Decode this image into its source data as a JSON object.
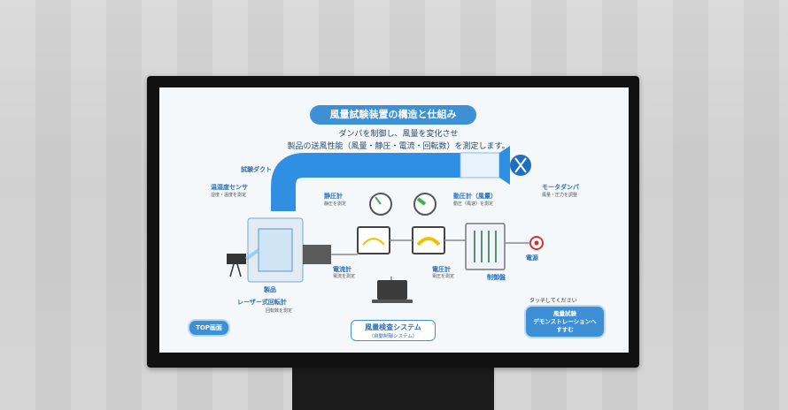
{
  "screen": {
    "title": "風量試験装置の構造と仕組み",
    "description_line1": "ダンパを制御し、風量を変化させ",
    "description_line2": "製品の送風性能（風量・静圧・電流・回転数）を測定します。",
    "labels": {
      "duct": "試験ダクト",
      "temp_humidity_sensor": "温湿度センサ",
      "temp_humidity_sub": "湿度・温度を測定",
      "static_pressure_gauge": "静圧計",
      "static_pressure_sub": "静圧を測定",
      "dynamic_pressure_gauge": "動圧計（風量）",
      "dynamic_pressure_sub": "動圧（風速）を測定",
      "motor_damper": "モータダンパ",
      "motor_damper_sub": "風量・圧力を調整",
      "ammeter": "電流計",
      "ammeter_sub": "電流を測定",
      "voltmeter": "電圧計",
      "voltmeter_sub": "電圧を測定",
      "control_panel": "制御盤",
      "power": "電源",
      "product": "製品",
      "laser_tachometer": "レーザー式回転計",
      "laser_tachometer_sub": "回転数を測定"
    },
    "system_box": {
      "main": "風量検査システム",
      "sub": "（自動制御システム）"
    },
    "top_button": "TOP画面",
    "touch_prompt": "タッチしてください",
    "demo_button_line1": "風量試験",
    "demo_button_line2": "デモンストレーションへ",
    "demo_button_line3": "すすむ"
  },
  "colors": {
    "accent": "#3d8fd6",
    "duct": "#2f8fe3",
    "gauge_green": "#39b54a",
    "gauge_yellow": "#f2c200",
    "power_red": "#d9302c"
  }
}
